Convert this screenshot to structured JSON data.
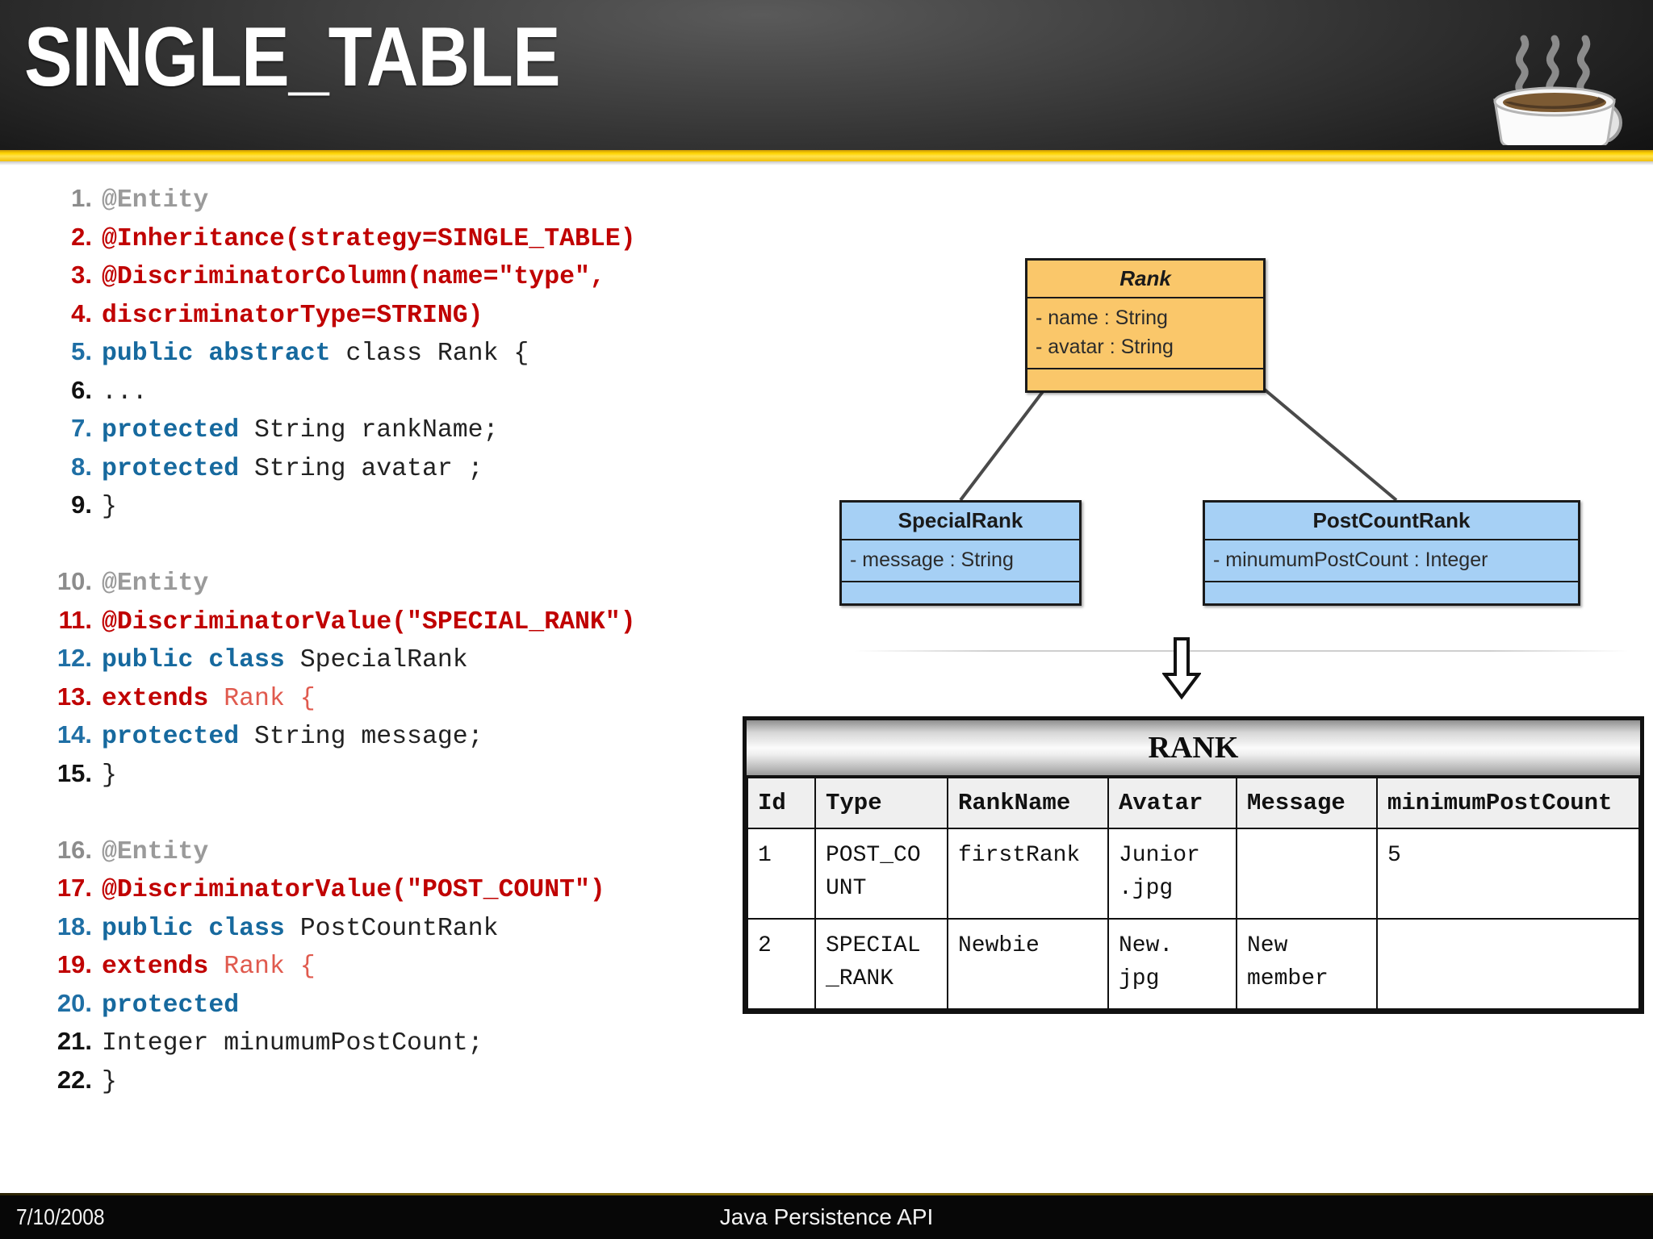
{
  "header": {
    "title": "SINGLE_TABLE",
    "logo_icon": "coffee-cup-icon",
    "accent_color": "#ffd400",
    "background_color": "#2b2b2b"
  },
  "code": {
    "lines": [
      {
        "num": "1.",
        "num_color": "gray",
        "tokens": [
          {
            "t": "@Entity",
            "c": "gray"
          }
        ]
      },
      {
        "num": "2.",
        "num_color": "red",
        "tokens": [
          {
            "t": "@Inheritance(strategy=SINGLE_TABLE)",
            "c": "red"
          }
        ]
      },
      {
        "num": "3.",
        "num_color": "red",
        "tokens": [
          {
            "t": "@DiscriminatorColumn(name=\"type\",",
            "c": "red"
          }
        ]
      },
      {
        "num": "4.",
        "num_color": "red",
        "tokens": [
          {
            "t": "discriminatorType=STRING)",
            "c": "red"
          }
        ]
      },
      {
        "num": "5.",
        "num_color": "blue",
        "tokens": [
          {
            "t": "public abstract ",
            "c": "blue"
          },
          {
            "t": "class Rank {",
            "c": "plain"
          }
        ]
      },
      {
        "num": "6.",
        "num_color": "black",
        "tokens": [
          {
            "t": "...",
            "c": "plain"
          }
        ]
      },
      {
        "num": "7.",
        "num_color": "blue",
        "tokens": [
          {
            "t": "protected ",
            "c": "blue"
          },
          {
            "t": "String rankName;",
            "c": "plain"
          }
        ]
      },
      {
        "num": "8.",
        "num_color": "blue",
        "tokens": [
          {
            "t": "protected ",
            "c": "blue"
          },
          {
            "t": "String avatar ;",
            "c": "plain"
          }
        ]
      },
      {
        "num": "9.",
        "num_color": "black",
        "tokens": [
          {
            "t": "}",
            "c": "plain"
          }
        ]
      },
      {
        "num": "",
        "num_color": "black",
        "tokens": []
      },
      {
        "num": "10.",
        "num_color": "gray",
        "tokens": [
          {
            "t": "@Entity",
            "c": "gray"
          }
        ]
      },
      {
        "num": "11.",
        "num_color": "red",
        "tokens": [
          {
            "t": "@DiscriminatorValue(\"SPECIAL_RANK\")",
            "c": "red"
          }
        ]
      },
      {
        "num": "12.",
        "num_color": "blue",
        "tokens": [
          {
            "t": "public class ",
            "c": "blue"
          },
          {
            "t": "SpecialRank",
            "c": "plain"
          }
        ]
      },
      {
        "num": "13.",
        "num_color": "red",
        "tokens": [
          {
            "t": "extends ",
            "c": "red"
          },
          {
            "t": "Rank {",
            "c": "salmon"
          }
        ]
      },
      {
        "num": "14.",
        "num_color": "blue",
        "tokens": [
          {
            "t": "protected ",
            "c": "blue"
          },
          {
            "t": "String message;",
            "c": "plain"
          }
        ]
      },
      {
        "num": "15.",
        "num_color": "black",
        "tokens": [
          {
            "t": "}",
            "c": "plain"
          }
        ]
      },
      {
        "num": "",
        "num_color": "black",
        "tokens": []
      },
      {
        "num": "16.",
        "num_color": "gray",
        "tokens": [
          {
            "t": "@Entity",
            "c": "gray"
          }
        ]
      },
      {
        "num": "17.",
        "num_color": "red",
        "tokens": [
          {
            "t": "@DiscriminatorValue(\"POST_COUNT\")",
            "c": "red"
          }
        ]
      },
      {
        "num": "18.",
        "num_color": "blue",
        "tokens": [
          {
            "t": "public class ",
            "c": "blue"
          },
          {
            "t": "PostCountRank",
            "c": "plain"
          }
        ]
      },
      {
        "num": "19.",
        "num_color": "red",
        "tokens": [
          {
            "t": "extends ",
            "c": "red"
          },
          {
            "t": "Rank {",
            "c": "salmon"
          }
        ]
      },
      {
        "num": "20.",
        "num_color": "blue",
        "tokens": [
          {
            "t": "protected",
            "c": "blue"
          }
        ]
      },
      {
        "num": "21.",
        "num_color": "black",
        "tokens": [
          {
            "t": "Integer minumumPostCount;",
            "c": "plain"
          }
        ]
      },
      {
        "num": "22.",
        "num_color": "black",
        "tokens": [
          {
            "t": "}",
            "c": "plain"
          }
        ]
      }
    ]
  },
  "uml": {
    "superclass": {
      "name": "Rank",
      "abstract": true,
      "fill": "#fac76a",
      "attributes": [
        "- name : String",
        "- avatar : String"
      ]
    },
    "subclasses": [
      {
        "name": "SpecialRank",
        "fill": "#a6d0f5",
        "attributes": [
          "- message : String"
        ]
      },
      {
        "name": "PostCountRank",
        "fill": "#a6d0f5",
        "attributes": [
          "- minumumPostCount : Integer"
        ]
      }
    ],
    "relation_icon": "generalization-arrow-icon",
    "maps_to_icon": "down-block-arrow-icon"
  },
  "rank_table": {
    "title": "RANK",
    "columns": [
      "Id",
      "Type",
      "RankName",
      "Avatar",
      "Message",
      "minimumPostCount"
    ],
    "rows": [
      {
        "Id": "1",
        "Type": "POST_CO\nUNT",
        "RankName": "firstRank",
        "Avatar": "Junior\n.jpg",
        "Message": "",
        "minimumPostCount": "5"
      },
      {
        "Id": "2",
        "Type": "SPECIAL\n_RANK",
        "RankName": "Newbie",
        "Avatar": "New.\njpg",
        "Message": "New\nmember",
        "minimumPostCount": ""
      }
    ]
  },
  "footer": {
    "date": "7/10/2008",
    "center_text": "Java Persistence API"
  }
}
